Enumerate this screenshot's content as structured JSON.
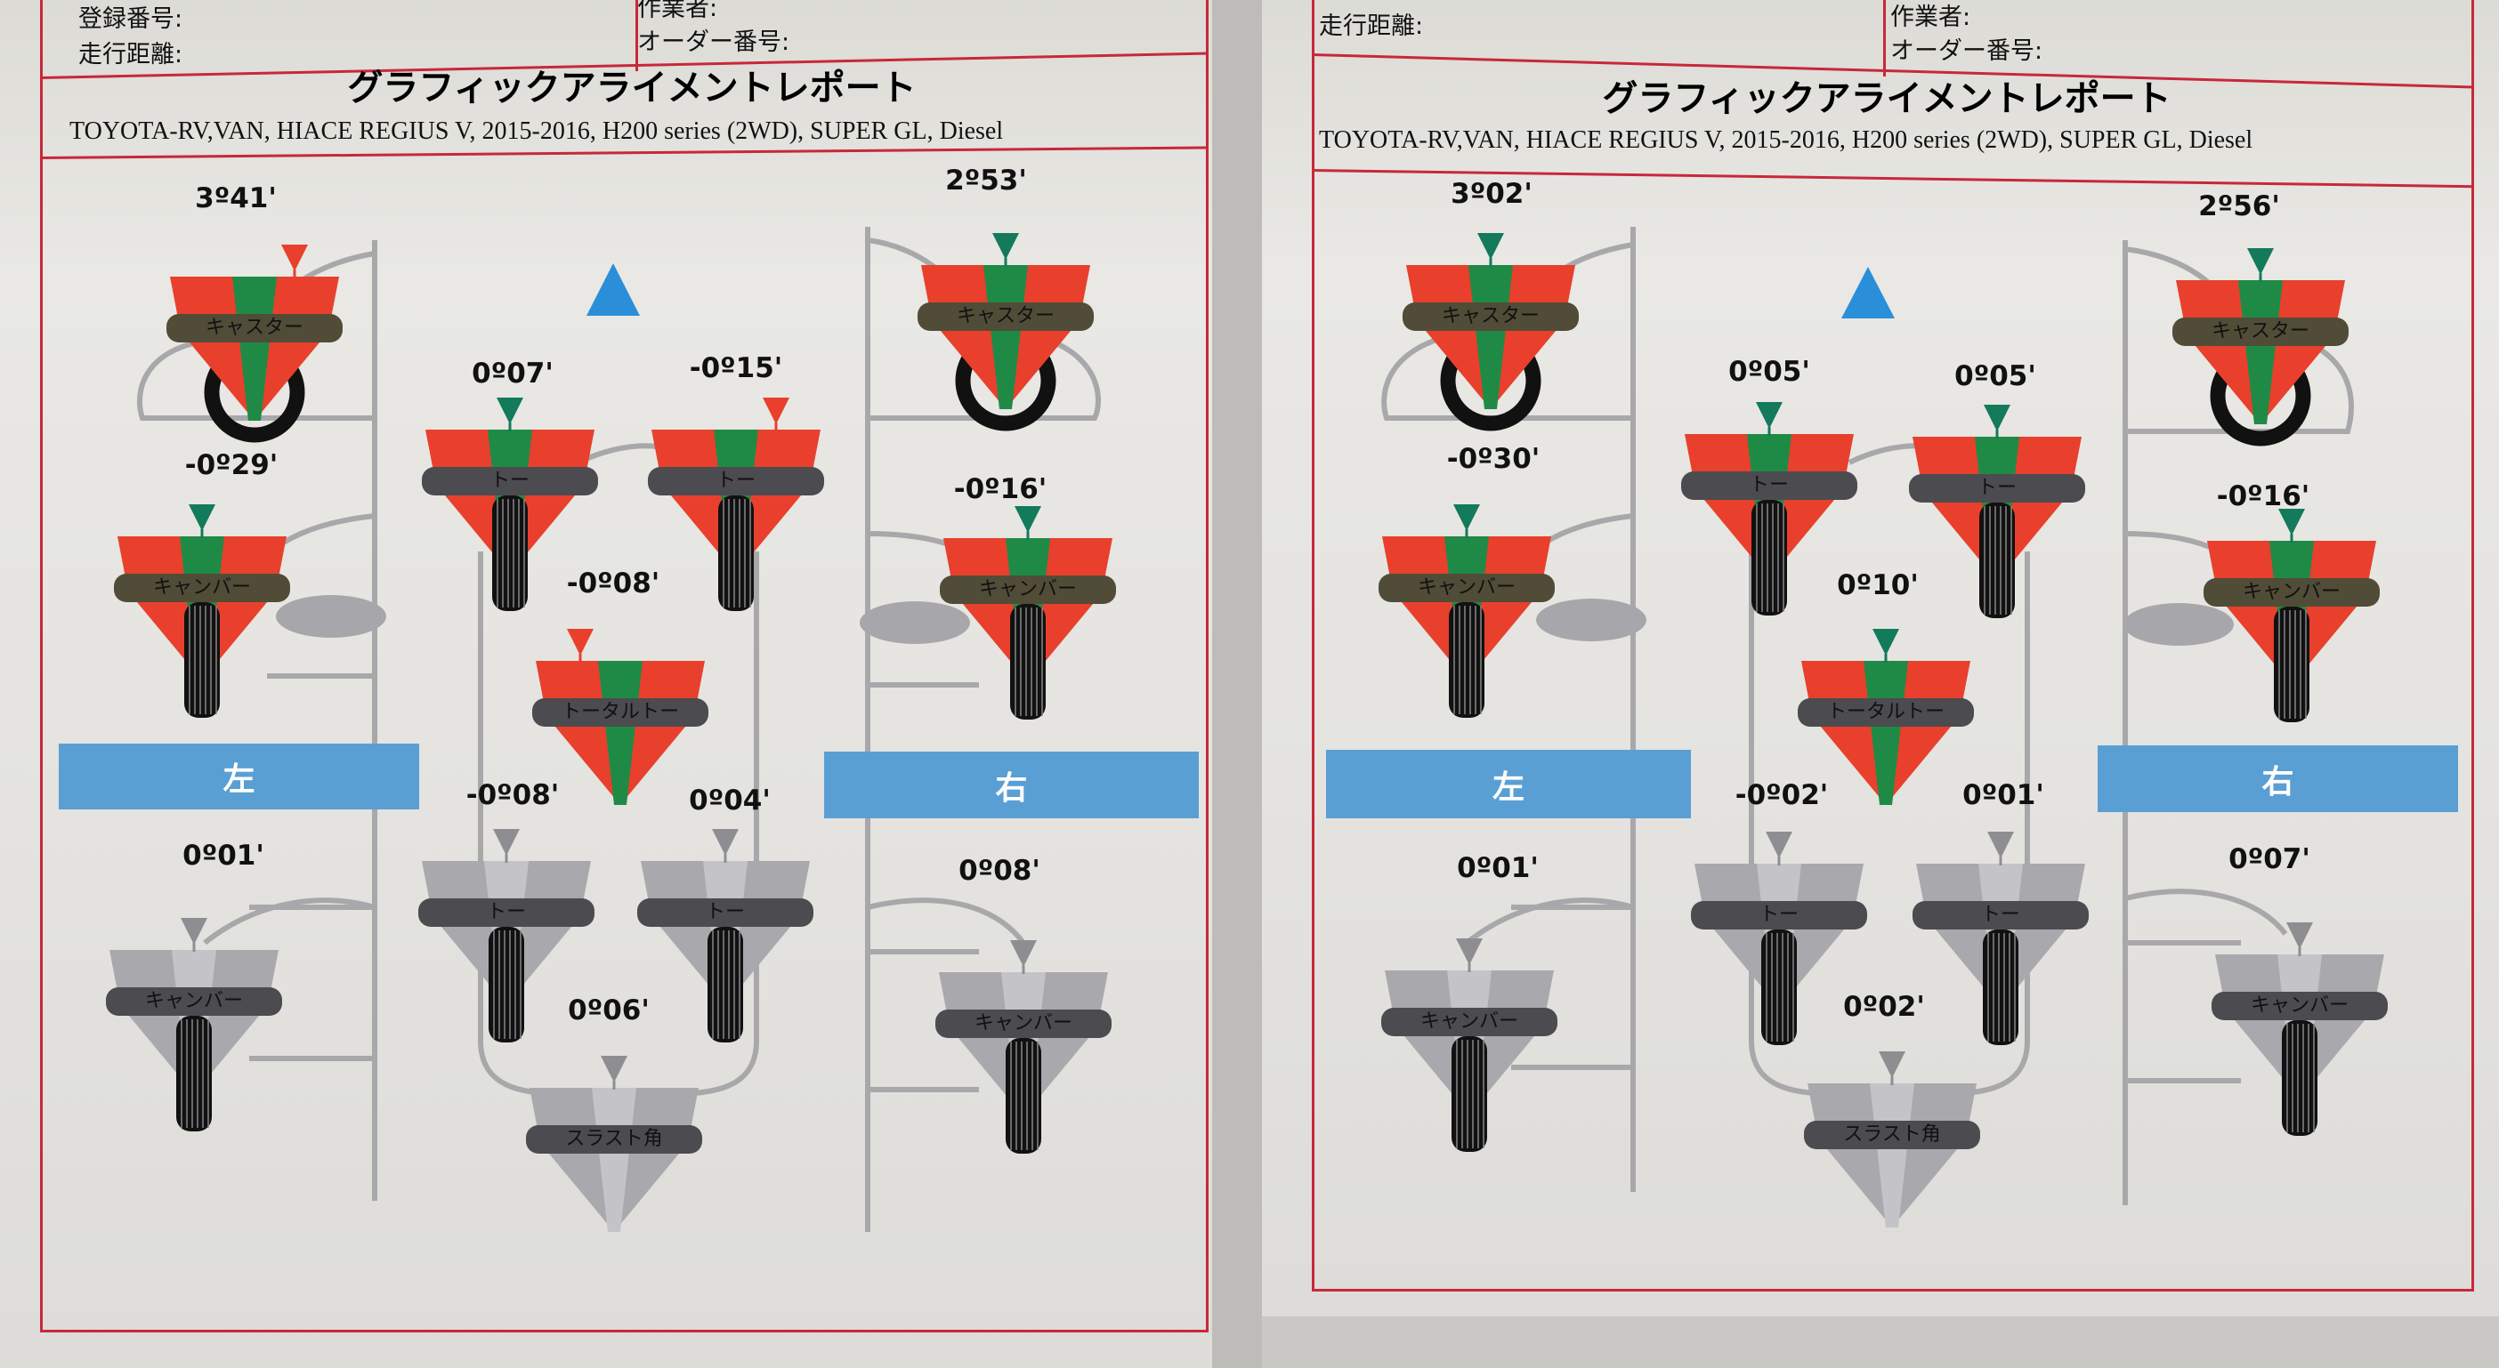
{
  "pages": [
    {
      "header": {
        "registration_label": "登録番号:",
        "mileage_label": "走行距離:",
        "operator_label": "作業者:",
        "order_label": "オーダー番号:"
      },
      "title": "グラフィックアライメントレポート",
      "vehicle": "TOYOTA-RV,VAN, HIACE REGIUS V, 2015-2016, H200 series (2WD), SUPER GL, Diesel",
      "left_label": "左",
      "right_label": "右",
      "gauges": [
        {
          "id": "front-left-caster",
          "label": "キャスター",
          "value": "3º41'",
          "axle": "front",
          "status": "red"
        },
        {
          "id": "front-left-camber",
          "label": "キャンバー",
          "value": "-0º29'",
          "axle": "front",
          "status": "green"
        },
        {
          "id": "front-left-toe",
          "label": "トー",
          "value": "0º07'",
          "axle": "front",
          "status": "green"
        },
        {
          "id": "front-right-toe",
          "label": "トー",
          "value": "-0º15'",
          "axle": "front",
          "status": "red"
        },
        {
          "id": "front-right-caster",
          "label": "キャスター",
          "value": "2º53'",
          "axle": "front",
          "status": "green"
        },
        {
          "id": "front-right-camber",
          "label": "キャンバー",
          "value": "-0º16'",
          "axle": "front",
          "status": "green"
        },
        {
          "id": "front-total-toe",
          "label": "トータルトー",
          "value": "-0º08'",
          "axle": "front",
          "status": "red"
        },
        {
          "id": "rear-left-toe",
          "label": "トー",
          "value": "-0º08'",
          "axle": "rear",
          "status": "gray"
        },
        {
          "id": "rear-right-toe",
          "label": "トー",
          "value": "0º04'",
          "axle": "rear",
          "status": "gray"
        },
        {
          "id": "rear-left-camber",
          "label": "キャンバー",
          "value": "0º01'",
          "axle": "rear",
          "status": "gray"
        },
        {
          "id": "rear-right-camber",
          "label": "キャンバー",
          "value": "0º08'",
          "axle": "rear",
          "status": "gray"
        },
        {
          "id": "thrust-angle",
          "label": "スラスト角",
          "value": "0º06'",
          "axle": "rear",
          "status": "gray"
        }
      ]
    },
    {
      "header": {
        "mileage_label": "走行距離:",
        "operator_label": "作業者:",
        "order_label": "オーダー番号:"
      },
      "title": "グラフィックアライメントレポート",
      "vehicle": "TOYOTA-RV,VAN, HIACE REGIUS V, 2015-2016, H200 series (2WD), SUPER GL, Diesel",
      "left_label": "左",
      "right_label": "右",
      "gauges": [
        {
          "id": "front-left-caster",
          "label": "キャスター",
          "value": "3º02'",
          "axle": "front",
          "status": "green"
        },
        {
          "id": "front-left-camber",
          "label": "キャンバー",
          "value": "-0º30'",
          "axle": "front",
          "status": "green"
        },
        {
          "id": "front-left-toe",
          "label": "トー",
          "value": "0º05'",
          "axle": "front",
          "status": "green"
        },
        {
          "id": "front-right-toe",
          "label": "トー",
          "value": "0º05'",
          "axle": "front",
          "status": "green"
        },
        {
          "id": "front-right-caster",
          "label": "キャスター",
          "value": "2º56'",
          "axle": "front",
          "status": "green"
        },
        {
          "id": "front-right-camber",
          "label": "キャンバー",
          "value": "-0º16'",
          "axle": "front",
          "status": "green"
        },
        {
          "id": "front-total-toe",
          "label": "トータルトー",
          "value": "0º10'",
          "axle": "front",
          "status": "green"
        },
        {
          "id": "rear-left-toe",
          "label": "トー",
          "value": "-0º02'",
          "axle": "rear",
          "status": "gray"
        },
        {
          "id": "rear-right-toe",
          "label": "トー",
          "value": "0º01'",
          "axle": "rear",
          "status": "gray"
        },
        {
          "id": "rear-left-camber",
          "label": "キャンバー",
          "value": "0º01'",
          "axle": "rear",
          "status": "gray"
        },
        {
          "id": "rear-right-camber",
          "label": "キャンバー",
          "value": "0º07'",
          "axle": "rear",
          "status": "gray"
        },
        {
          "id": "thrust-angle",
          "label": "スラスト角",
          "value": "0º02'",
          "axle": "rear",
          "status": "gray"
        }
      ]
    }
  ],
  "colors": {
    "red": "#e8402c",
    "green": "#1f8a45",
    "marker_green": "#137a5c",
    "gray_fan": "#a9a8ad",
    "gray_center": "#c4c3c7",
    "pill_olive": "#514c37",
    "pill_gray": "#4b4b50",
    "accent_blue": "#5a9fd4",
    "frame_red": "#c8283a"
  }
}
